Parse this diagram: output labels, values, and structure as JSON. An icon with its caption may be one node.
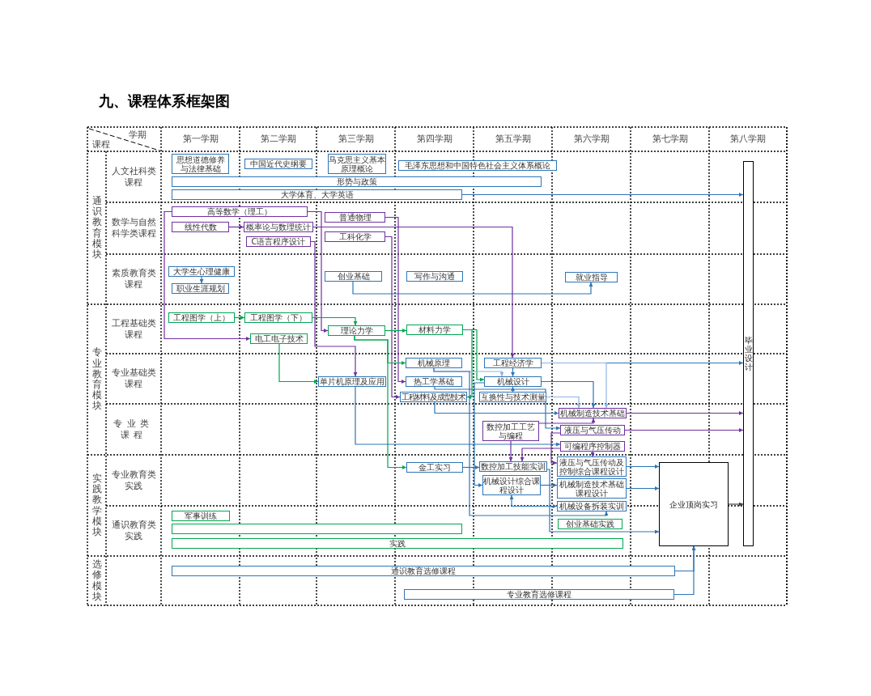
{
  "diagram": {
    "title": "九、课程体系框架图",
    "nodes": [
      {
        "text": [
          "思想道德修养与法律基础"
        ]
      },
      {
        "text": [
          "中国近代史纲要"
        ]
      },
      {
        "text": [
          "马克思主义基本原理概论"
        ]
      },
      {
        "text": [
          "毛泽东思想和中国特色社会主义体系概论"
        ]
      },
      {
        "text": [
          "毕业设计"
        ]
      },
      {
        "text": [
          "形势与政策"
        ]
      },
      {
        "text": [
          "大学体育、大学英语"
        ]
      },
      {
        "text": [
          "高等数学（理工）"
        ]
      },
      {
        "text": [
          "普通物理"
        ]
      },
      {
        "text": [
          "线性代数"
        ]
      },
      {
        "text": [
          "概率论与数理统计"
        ]
      },
      {
        "text": [
          "工科化学"
        ]
      },
      {
        "text": [
          "C语言程序设计"
        ]
      },
      {
        "text": [
          "大学生心理健康"
        ]
      },
      {
        "text": [
          "创业基础"
        ]
      },
      {
        "text": [
          "写作与沟通"
        ]
      },
      {
        "text": [
          "就业指导"
        ]
      },
      {
        "text": [
          "职业生涯规划"
        ]
      },
      {
        "text": [
          "工程图学（上）"
        ]
      },
      {
        "text": [
          "工程图学（下）"
        ]
      },
      {
        "text": [
          "材料力学"
        ]
      },
      {
        "text": [
          "理论力学"
        ]
      },
      {
        "text": [
          "电工电子技术"
        ]
      },
      {
        "text": [
          "机械原理"
        ]
      },
      {
        "text": [
          "工程经济学"
        ]
      },
      {
        "text": [
          "热工学基础"
        ]
      },
      {
        "text": [
          "单片机原理及应用"
        ]
      },
      {
        "text": [
          "机械设计"
        ]
      },
      {
        "text": [
          "工程材料及成型技术"
        ]
      },
      {
        "text": [
          "互换性与技术测量"
        ]
      },
      {
        "text": [
          "机械制造技术基础"
        ]
      },
      {
        "text": [
          "数控加工工艺与编程"
        ]
      },
      {
        "text": [
          "液压与气压传动"
        ]
      },
      {
        "text": [
          "可编程序控制器"
        ]
      },
      {
        "text": [
          "液压与气压传动及控制综合课程设计"
        ]
      },
      {
        "text": [
          "金工实习"
        ]
      },
      {
        "text": [
          "数控加工技能实训"
        ]
      },
      {
        "text": [
          "企业顶岗实习"
        ]
      },
      {
        "text": [
          "机械设计综合课程设计"
        ]
      },
      {
        "text": [
          "机械制造技术基础课程设计"
        ]
      },
      {
        "text": [
          "机械设备拆装实训"
        ]
      },
      {
        "text": [
          "军事训练"
        ]
      },
      {
        "text": [
          "创业基础实践"
        ]
      },
      {
        "text": [],
        "shape": "bar"
      },
      {
        "text": [
          "实践"
        ]
      },
      {
        "text": [
          "通识教育选修课程"
        ]
      },
      {
        "text": [
          "专业教育选修课程"
        ]
      }
    ],
    "edges": [
      {
        "from": 6,
        "to": 4,
        "arrow": "to"
      },
      {
        "from": 13,
        "to": 17,
        "arrow": "to"
      },
      {
        "from": 14,
        "to": 16,
        "arrow": "to"
      },
      {
        "from": 9,
        "to": 10,
        "arrow": "to",
        "color": "#7030a0"
      },
      {
        "from": 7,
        "to": 22,
        "arrow": "to",
        "color": "#7030a0"
      },
      {
        "from": 7,
        "to": 21,
        "arrow": "to",
        "color": "#7030a0"
      },
      {
        "from": 10,
        "to": 24,
        "arrow": "to",
        "color": "#7030a0"
      },
      {
        "from": 12,
        "to": 26,
        "arrow": "to",
        "color": "#7030a0"
      },
      {
        "from": 8,
        "to": 25,
        "arrow": "to",
        "color": "#7030a0"
      },
      {
        "from": 11,
        "to": 28,
        "arrow": "to",
        "color": "#7030a0"
      },
      {
        "from": 18,
        "to": 19,
        "arrow": "to",
        "color": "#00a651"
      },
      {
        "from": 19,
        "to": 21,
        "arrow": "to",
        "color": "#00a651"
      },
      {
        "from": 22,
        "to": 26,
        "arrow": "to",
        "color": "#00a651"
      },
      {
        "from": 21,
        "to": 20,
        "arrow": "to",
        "color": "#00a651"
      },
      {
        "from": 21,
        "to": 23,
        "arrow": "to",
        "color": "#00a651"
      },
      {
        "from": 21,
        "to": 35,
        "arrow": "to",
        "color": "#00a651"
      },
      {
        "from": 20,
        "to": 28,
        "arrow": "to",
        "color": "#00a651"
      },
      {
        "from": 20,
        "to": 27,
        "arrow": "to",
        "color": "#00a651"
      },
      {
        "from": 23,
        "to": 27,
        "arrow": "to",
        "color": "#8db3e2"
      },
      {
        "from": 24,
        "to": 27,
        "arrow": "to"
      },
      {
        "from": 24,
        "to": 4,
        "arrow": "to"
      },
      {
        "from": 24,
        "to": 30,
        "arrow": "to",
        "color": "#8db3e2"
      },
      {
        "from": 25,
        "to": 32,
        "arrow": "to"
      },
      {
        "from": 29,
        "to": 30,
        "arrow": "to",
        "color": "#8db3e2"
      },
      {
        "from": 27,
        "to": 30,
        "arrow": "to"
      },
      {
        "from": 29,
        "to": 27,
        "arrow": "to"
      },
      {
        "from": 28,
        "to": 30,
        "arrow": "to"
      },
      {
        "from": 26,
        "to": 33,
        "arrow": "to"
      },
      {
        "from": 31,
        "to": 30,
        "arrow": "to",
        "color": "#7030a0"
      },
      {
        "from": 31,
        "to": 36,
        "arrow": "to",
        "color": "#7030a0"
      },
      {
        "from": 33,
        "to": 36,
        "arrow": "to",
        "color": "#7030a0"
      },
      {
        "from": 33,
        "to": 34,
        "arrow": "to",
        "color": "#7030a0"
      },
      {
        "from": 32,
        "to": 34,
        "arrow": "to",
        "color": "#7030a0"
      },
      {
        "from": 30,
        "to": 4,
        "arrow": "to",
        "color": "#7030a0"
      },
      {
        "from": 32,
        "to": 4,
        "arrow": "to",
        "color": "#7030a0"
      },
      {
        "from": 35,
        "to": 36,
        "arrow": "to"
      },
      {
        "from": 27,
        "to": 38,
        "arrow": "to"
      },
      {
        "from": 38,
        "to": 39,
        "arrow": "to"
      },
      {
        "from": 38,
        "to": 40,
        "arrow": "both"
      },
      {
        "from": 34,
        "to": 37,
        "arrow": "to"
      },
      {
        "from": 39,
        "to": 37,
        "arrow": "to"
      },
      {
        "from": 23,
        "to": 40,
        "arrow": "to"
      },
      {
        "from": 36,
        "to": 37,
        "arrow": "to"
      },
      {
        "from": 37,
        "to": 4,
        "arrow": "to",
        "color": "#404040"
      },
      {
        "from": 45,
        "to": 37,
        "arrow": "to"
      },
      {
        "from": 46,
        "to": 37,
        "arrow": "to"
      }
    ],
    "labels": [
      "学期",
      "课程",
      "第一学期",
      "第二学期",
      "第三学期",
      "第四学期",
      "第五学期",
      "第六学期",
      "第七学期",
      "第八学期",
      "通识教育模块",
      "人文社科类课程",
      "数学与自然科学类课程",
      "素质教育类课程",
      "专业教育模块",
      "工程基础类课程",
      "专业基础类课程",
      "专业类课程",
      "实践教学模块",
      "专业教育类实践",
      "通识教育类实践",
      "选修模块"
    ]
  }
}
